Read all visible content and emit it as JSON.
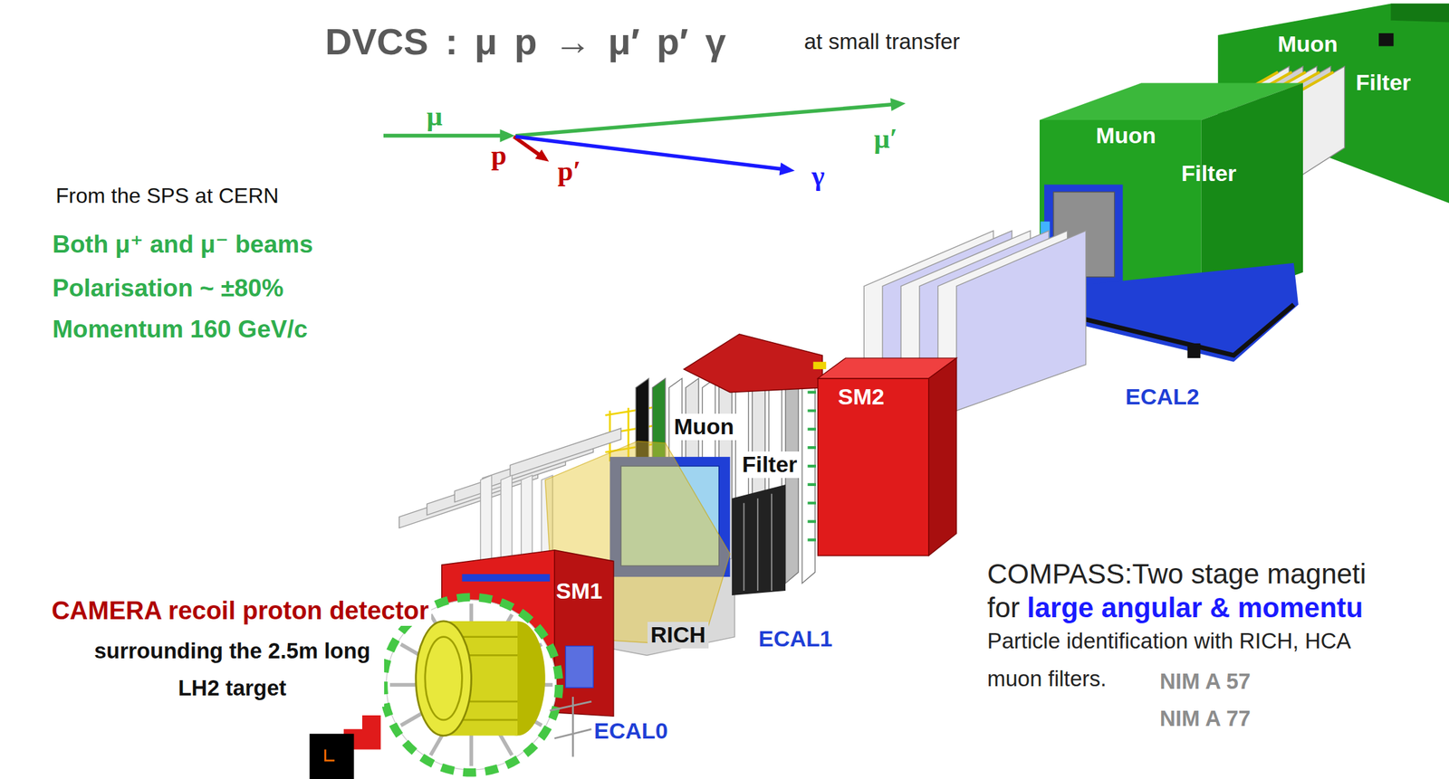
{
  "diagram": {
    "title": "DVCS : μ p → μ′ p′ γ",
    "labels": [
      "at small transfer",
      "Muon",
      "Filter",
      "μ",
      "p",
      "p′",
      "γ",
      "μ′",
      "Muon",
      "Filter",
      "From the SPS at CERN",
      "Both μ⁺ and μ⁻ beams",
      "Polarisation ~ ±80%",
      "Momentum 160 GeV/c",
      "ECAL2",
      "SM2",
      "Muon",
      "Filter",
      "COMPASS:Two stage magneti",
      "SM1",
      "for",
      "large angular & momentu",
      "CAMERA recoil proton detector",
      "RICH",
      "ECAL1",
      "Particle identification with RICH, HCA",
      "surrounding the 2.5m long LH2 target",
      "muon filters.",
      "NIM A 57",
      "ECAL0",
      "NIM A 77"
    ]
  }
}
